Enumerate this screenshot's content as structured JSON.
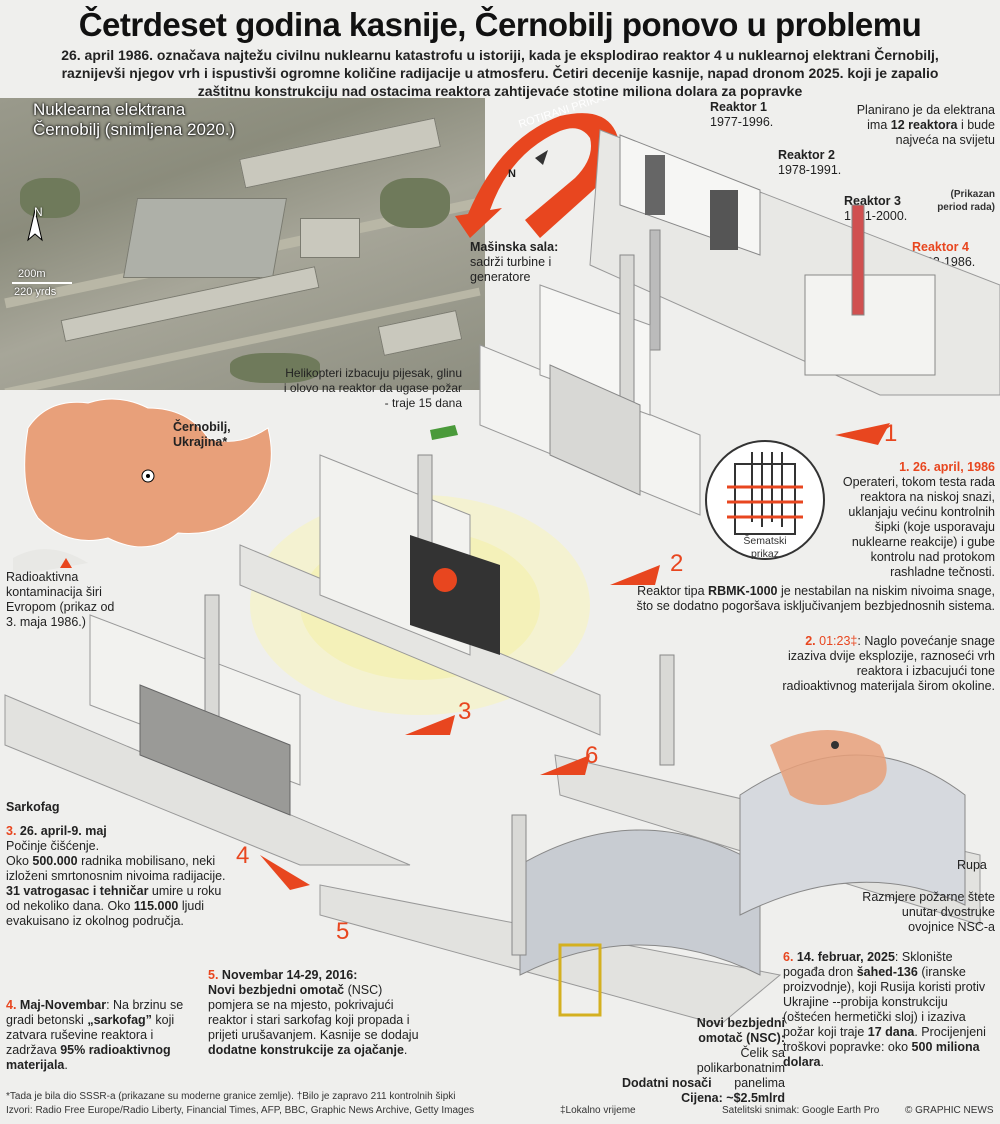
{
  "title": "Četrdeset godina kasnije, Černobilj ponovo u problemu",
  "intro": "26. april 1986. označava najtežu civilnu nuklearnu katastrofu u istoriji, kada je eksplodirao reaktor 4 u nuklearnoj elektrani Černobilj, raznijevši njegov vrh i ispustivši ogromne količine radijacije u atmosferu. Četiri decenije kasnije, napad dronom 2025. koji je zapalio zaštitnu konstrukciju nad ostacima reaktora zahtijevaće stotine miliona dolara za popravke",
  "satellite": {
    "caption_line1": "Nuklearna elektrana",
    "caption_line2": "Černobilj (snimljena 2020.)",
    "north": "N",
    "scale_m": "200m",
    "scale_yd": "220 yrds",
    "source": "Satelitski snimak: Google Earth Pro"
  },
  "rotated_view": {
    "label": "ROTIRANI PRIKAZ",
    "north": "N"
  },
  "reactors": [
    {
      "name": "Reaktor 1",
      "years": "1977-1996."
    },
    {
      "name": "Reaktor 2",
      "years": "1978-1991."
    },
    {
      "name": "Reaktor 3",
      "years": "1981-2000."
    },
    {
      "name": "Reaktor 4",
      "years": "1983-1986."
    }
  ],
  "planned": {
    "pre": "Planirano je da elektrana ima ",
    "bold": "12 reaktora",
    "post": " i bude najveća na svijetu"
  },
  "period_note": "(Prikazan period rada)",
  "machine_hall": {
    "title": "Mašinska sala:",
    "text": "sadrži turbine i generatore"
  },
  "helicopters": "Helikopteri izbacuju pijesak, glinu i olovo na reaktor da ugase požar - traje 15 dana",
  "map": {
    "place_line1": "Černobilj,",
    "place_line2": "Ukrajina*",
    "legend": "Radioaktivna kontaminacija širi Evropom (prikaz od 3. maja 1986.)"
  },
  "schematic_label": "Šematski prikaz",
  "steps": {
    "s1": {
      "num": "1.",
      "date": "26. april, 1986",
      "text": "Operateri, tokom testa rada reaktora na niskoj snazi, uklanjaju većinu kontrolnih šipki  (koje usporavaju nuklearne reakcije) i gube kontrolu nad protokom rashladne tečnosti."
    },
    "s1b": {
      "pre": "Reaktor tipa ",
      "bold": "RBMK-1000",
      "post": " je nestabilan na niskim nivoima snage, što se dodatno pogoršava isključivanjem bezbjednosnih sistema."
    },
    "s2": {
      "num": "2.",
      "time": "01:23‡",
      "text": ": Naglo povećanje snage izaziva dvije eksplozije, raznoseći vrh reaktora i izbacujući tone radioaktivnog materijala širom okoline."
    },
    "s3": {
      "num": "3.",
      "date": "26. april-9. maj",
      "l1": "Počinje čišćenje.",
      "l2a": "Oko ",
      "l2b": "500.000",
      "l2c": " radnika mobilisano, neki izloženi smrtonosnim nivoima radijacije. ",
      "l2d": "31 vatrogasac i tehničar",
      "l2e": " umire u roku od nekoliko dana. Oko ",
      "l2f": "115.000",
      "l2g": " ljudi evakuisano iz okolnog područja."
    },
    "s4": {
      "num": "4.",
      "date": "Maj-Novembar",
      "a": ": Na brzinu se gradi betonski ",
      "b": "„sarkofag”",
      "c": " koji zatvara ruševine reaktora i zadržava ",
      "d": "95% radioaktivnog materijala",
      "e": "."
    },
    "s5": {
      "num": "5.",
      "date": "Novembar 14-29, 2016:",
      "a": "Novi bezbjedni omotač",
      "b": " (NSC) pomjera se na mjesto, pokrivajući reaktor i stari sarkofag koji propada i prijeti urušavanjem. Kasnije se dodaju ",
      "c": "dodatne konstrukcije za ojačanje",
      "d": "."
    },
    "s6": {
      "num": "6.",
      "date": "14. februar, 2025",
      "a": ": Sklonište pogađa dron ",
      "b": "šahed-136",
      "c": " (iranske proizvodnje), koji Rusija koristi protiv Ukrajine --probija konstrukciju (oštećen hermetički sloj) i izaziva požar koji traje ",
      "d": "17 dana",
      "e": ". Procijenjeni troškovi popravke: oko ",
      "f": "500 miliona dolara",
      "g": "."
    }
  },
  "arrow_numbers": [
    "1",
    "2",
    "3",
    "4",
    "5",
    "6"
  ],
  "labels": {
    "sarkofag": "Sarkofag",
    "rupa": "Rupa",
    "damage": "Razmjere požarne štete unutar dvostruke ovojnice NSC-a",
    "nsc_title": "Novi bezbjedni omotač (NSC):",
    "nsc_text": "Čelik sa polikarbonatnim panelima",
    "nsc_cost": "Cijena: ~$2.5mlrd",
    "supports": "Dodatni nosači"
  },
  "footer": {
    "note": "*Tada je bila dio SSSR-a (prikazane su moderne granice zemlje). †Bilo je zapravo 211 kontrolnih šipki",
    "sources": "Izvori: Radio Free Europe/Radio Liberty, Financial Times, AFP, BBC, Graphic News Archive, Getty Images",
    "local_time": "‡Lokalno vrijeme",
    "credit": "© GRAPHIC NEWS"
  },
  "colors": {
    "accent": "#e8461f",
    "contamination": "#e8a07a",
    "building": "#f2f2f0",
    "building_shade": "#c9c9c6",
    "nsc": "#c8ccd2"
  }
}
